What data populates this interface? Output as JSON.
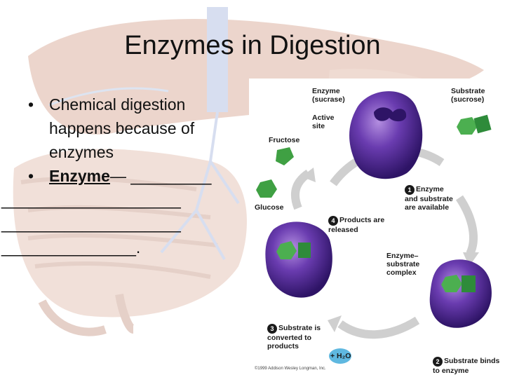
{
  "slide": {
    "title": "Enzymes in Digestion",
    "bullets": [
      {
        "text": "Chemical digestion happens because of enzymes"
      },
      {
        "term": "Enzyme",
        "dash": "—",
        "blank_lines": [
          "_________",
          "____________________",
          "____________________",
          "_______________."
        ]
      }
    ]
  },
  "figure": {
    "labels": {
      "enzyme": "Enzyme\n(sucrase)",
      "substrate": "Substrate\n(sucrose)",
      "active_site": "Active\nsite",
      "fructose": "Fructose",
      "glucose": "Glucose",
      "step1": "Enzyme\nand substrate\nare available",
      "step2": "Substrate binds\nto enzyme",
      "step3": "Substrate is\nconverted to\nproducts",
      "step4": "Products are\nreleased",
      "complex": "Enzyme–\nsubstrate\ncomplex",
      "water": "+ H₂O",
      "copyright": "©1999 Addison Wesley Longman, Inc."
    },
    "step_numbers": [
      "1",
      "2",
      "3",
      "4"
    ]
  },
  "colors": {
    "enzyme_purple": "#5b2e9e",
    "substrate_green": "#4caf50",
    "water_blue": "#5fb8e0",
    "arrow_gray": "#cfcfcf"
  }
}
